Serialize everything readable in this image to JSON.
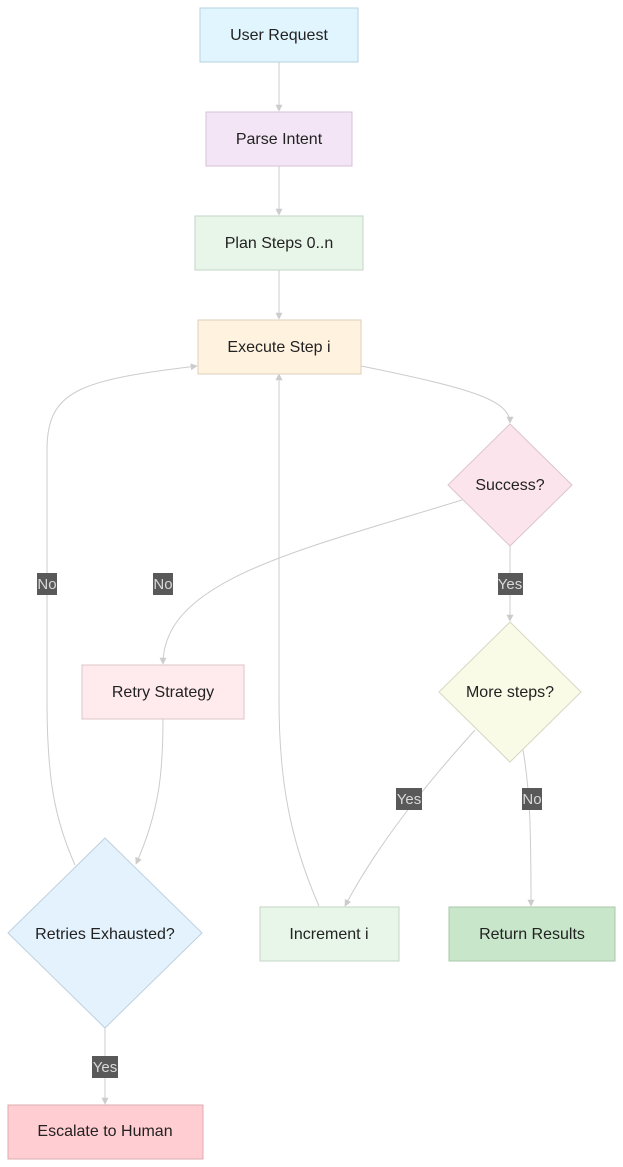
{
  "nodes": {
    "user_request": {
      "label": "User Request",
      "fill": "#e1f5fe",
      "stroke": "#b6d3df"
    },
    "parse_intent": {
      "label": "Parse Intent",
      "fill": "#f3e5f5",
      "stroke": "#d4c2d8"
    },
    "plan_steps": {
      "label": "Plan Steps 0..n",
      "fill": "#e8f5e9",
      "stroke": "#c2d6c5"
    },
    "execute_step": {
      "label": "Execute Step i",
      "fill": "#fff3e0",
      "stroke": "#dccfbb"
    },
    "success": {
      "label": "Success?",
      "fill": "#fce4ec",
      "stroke": "#dcc4cc"
    },
    "retry_strategy": {
      "label": "Retry Strategy",
      "fill": "#ffebee",
      "stroke": "#dcc5c8"
    },
    "more_steps": {
      "label": "More steps?",
      "fill": "#f9fbe7",
      "stroke": "#d6d8c2"
    },
    "retries_exhausted": {
      "label": "Retries Exhausted?",
      "fill": "#e3f2fd",
      "stroke": "#bed0de"
    },
    "increment_i": {
      "label": "Increment i",
      "fill": "#e8f5e9",
      "stroke": "#c2d6c5"
    },
    "return_results": {
      "label": "Return Results",
      "fill": "#c8e6c9",
      "stroke": "#a9c7aa"
    },
    "escalate_human": {
      "label": "Escalate to Human",
      "fill": "#ffcdd2",
      "stroke": "#ddadb1"
    }
  },
  "edge_labels": {
    "success_no": "No",
    "success_yes": "Yes",
    "more_yes": "Yes",
    "more_no": "No",
    "exhausted_no": "No",
    "exhausted_yes": "Yes"
  },
  "colors": {
    "edge": "#cccccc",
    "edge_label_bg": "#595959",
    "edge_label_text": "#d9d9d9"
  }
}
